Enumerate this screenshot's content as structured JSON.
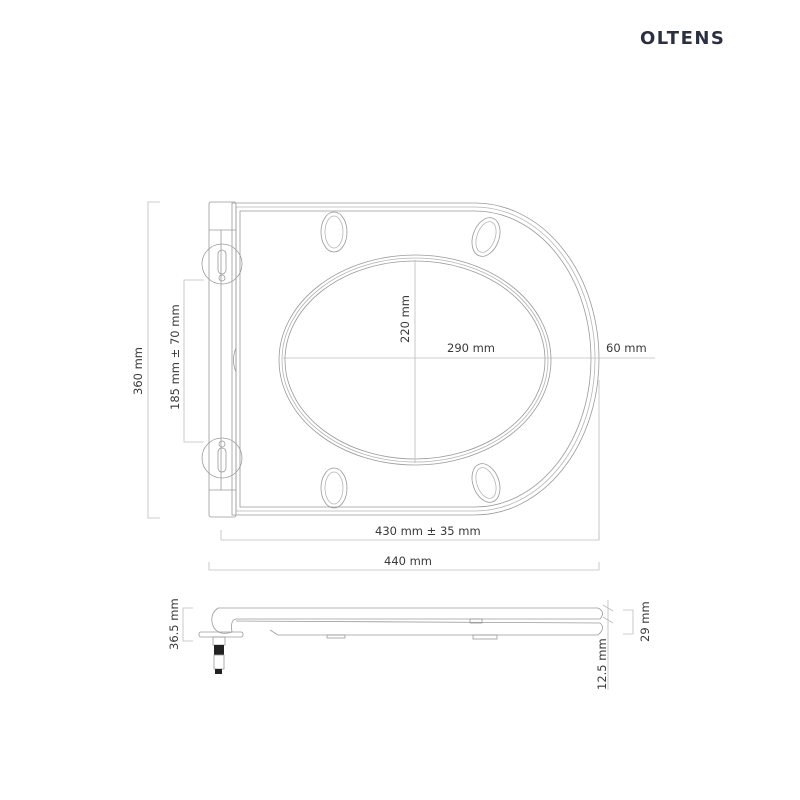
{
  "brand": {
    "name": "OLTENS",
    "color": "#2b3040"
  },
  "top_view": {
    "overall_length": "360 mm",
    "hinge_spacing": "185 mm ± 70 mm",
    "opening_length": "220 mm",
    "opening_width": "290 mm",
    "rim_width": "60 mm",
    "fixing_to_front": "430 mm ± 35 mm",
    "overall_depth": "440 mm"
  },
  "side_view": {
    "total_height_at_hinge": "36.5 mm",
    "seat_lid_height": "29 mm",
    "seat_thickness": "12.5 mm"
  },
  "colors": {
    "line": "#9a9a9a",
    "dimension": "#bdbdbd",
    "text": "#3a3a3a"
  }
}
